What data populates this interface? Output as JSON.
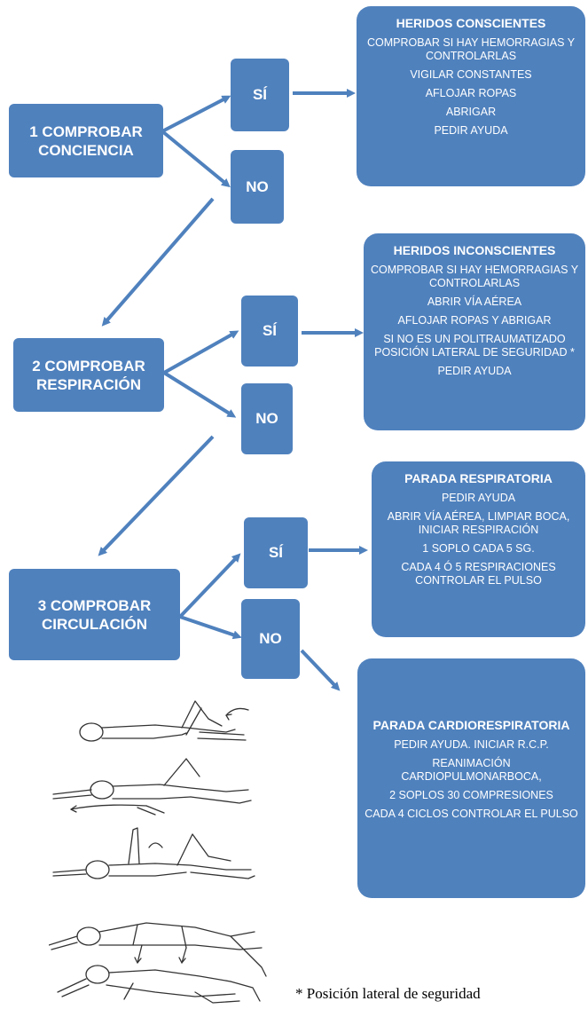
{
  "steps": [
    {
      "line1": "1 COMPROBAR",
      "line2": "CONCIENCIA"
    },
    {
      "line1": "2 COMPROBAR",
      "line2": "RESPIRACIÓN"
    },
    {
      "line1": "3 COMPROBAR",
      "line2": "CIRCULACIÓN"
    }
  ],
  "yes_label": "SÍ",
  "no_label": "NO",
  "boxes": [
    {
      "title": "HERIDOS CONSCIENTES",
      "lines": [
        "COMPROBAR SI HAY HEMORRAGIAS Y CONTROLARLAS",
        "VIGILAR CONSTANTES",
        "AFLOJAR ROPAS",
        "ABRIGAR",
        "PEDIR AYUDA"
      ]
    },
    {
      "title": "HERIDOS INCONSCIENTES",
      "lines": [
        "COMPROBAR SI HAY HEMORRAGIAS Y CONTROLARLAS",
        "ABRIR VÍA AÉREA",
        "AFLOJAR ROPAS Y ABRIGAR",
        "SI NO ES UN POLITRAUMATIZADO POSICIÓN LATERAL DE SEGURIDAD *",
        "PEDIR AYUDA"
      ]
    },
    {
      "title": "PARADA RESPIRATORIA",
      "lines": [
        "PEDIR AYUDA",
        "ABRIR VÍA AÉREA, LIMPIAR BOCA, INICIAR RESPIRACIÓN",
        "1 SOPLO CADA 5 SG.",
        "CADA 4 Ó 5 RESPIRACIONES CONTROLAR EL PULSO"
      ]
    },
    {
      "title": "PARADA  CARDIORESPIRATORIA",
      "lines": [
        "PEDIR AYUDA. INICIAR R.C.P.",
        "REANIMACIÓN CARDIOPULMONARBOCA,",
        "2 SOPLOS 30 COMPRESIONES",
        "CADA 4 CICLOS CONTROLAR EL PULSO"
      ]
    }
  ],
  "footnote": "* Posición lateral de seguridad",
  "colors": {
    "box": "#4f81bd",
    "arrow": "#4f81bd",
    "text": "#ffffff"
  }
}
